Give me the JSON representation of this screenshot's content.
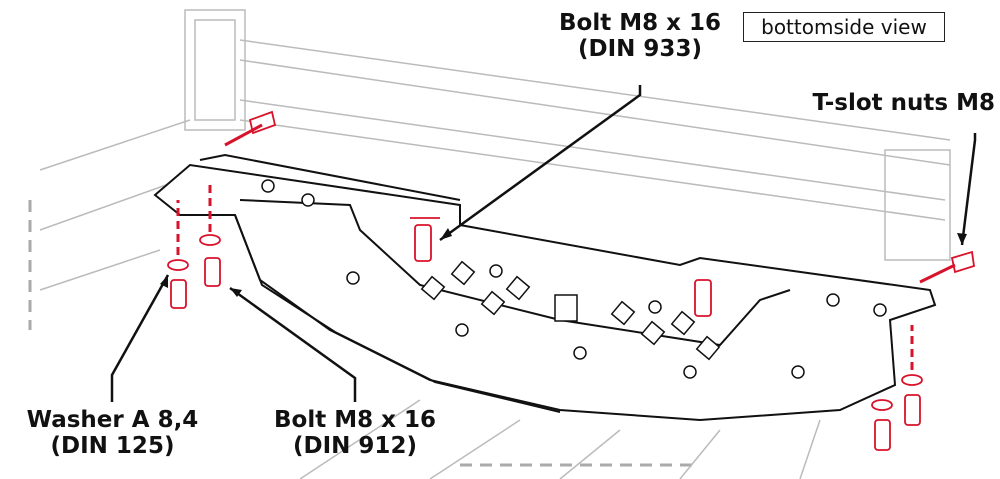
{
  "view_label": "bottomside view",
  "labels": {
    "bolt_933": {
      "line1": "Bolt M8 x 16",
      "line2": "(DIN 933)"
    },
    "tslot": {
      "line1": "T-slot nuts M8"
    },
    "washer": {
      "line1": "Washer A 8,4",
      "line2": "(DIN 125)"
    },
    "bolt_912": {
      "line1": "Bolt M8 x 16",
      "line2": "(DIN 912)"
    }
  },
  "colors": {
    "fastener": "#d9122b",
    "outline": "#111111",
    "frame": "#b8b8b8"
  }
}
